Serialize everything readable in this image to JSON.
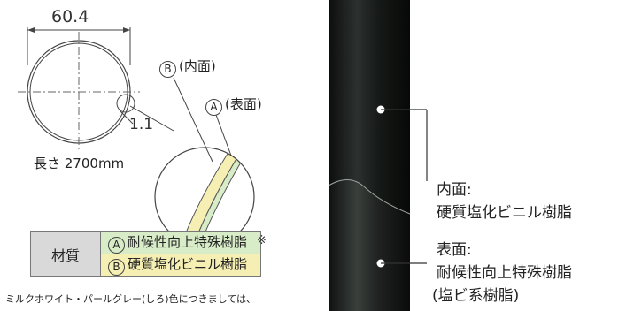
{
  "diagram": {
    "diameter": "60.4",
    "thickness": "1.1",
    "length": "長さ 2700mm",
    "label_b": "(内面)",
    "label_a": "(表面)",
    "mark_a": "A",
    "mark_b": "B"
  },
  "materials": {
    "header": "材質",
    "row_a": "耐候性向上特殊樹脂",
    "row_b": "硬質塩化ビニル樹脂",
    "note_mark": "※"
  },
  "footnote": "ミルクホワイト・パールグレー(しろ)色につきましては、",
  "pipe": {
    "inner_title": "内面:",
    "inner_material": "硬質塩化ビニル樹脂",
    "outer_title": "表面:",
    "outer_material": "耐候性向上特殊樹脂",
    "outer_note": "(塩ビ系樹脂)"
  },
  "colors": {
    "outer_layer": "#d8ecc7",
    "inner_layer": "#f6efb3",
    "pipe_dark": "#1a1d1b"
  }
}
